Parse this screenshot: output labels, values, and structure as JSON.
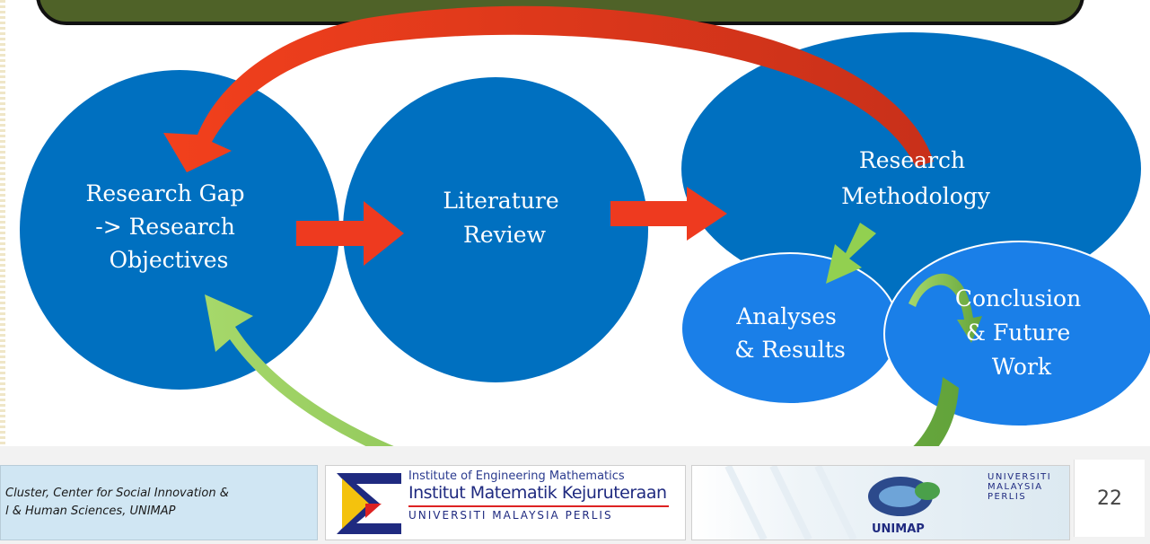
{
  "diagram": {
    "nodes": {
      "research_gap": [
        "Research Gap",
        "-> Research",
        "Objectives"
      ],
      "literature_review": [
        "Literature",
        "Review"
      ],
      "research_methodology": [
        "Research",
        "Methodology"
      ],
      "analyses_results": [
        "Analyses",
        "& Results"
      ],
      "conclusion_future": [
        "Conclusion",
        "& Future",
        "Work"
      ]
    },
    "colors": {
      "node_dark": "#0070c0",
      "node_bright": "#1a7fe8",
      "arrow_red": "#ee3a1f",
      "arrow_green": "#92d050",
      "arrow_olive": "#6aa43c"
    }
  },
  "footer": {
    "cluster_text": [
      "Cluster, Center for Social Innovation &",
      "l & Human Sciences, UNIMAP"
    ],
    "imk_logo": {
      "line1": "Institute of Engineering Mathematics",
      "line2": "Institut Matematik Kejuruteraan",
      "line3": "UNIVERSITI MALAYSIA PERLIS"
    },
    "unimap_logo": {
      "wordmark": "UNIMAP",
      "name": [
        "UNIVERSITI",
        "MALAYSIA",
        "PERLIS"
      ]
    },
    "page_number": "22"
  }
}
